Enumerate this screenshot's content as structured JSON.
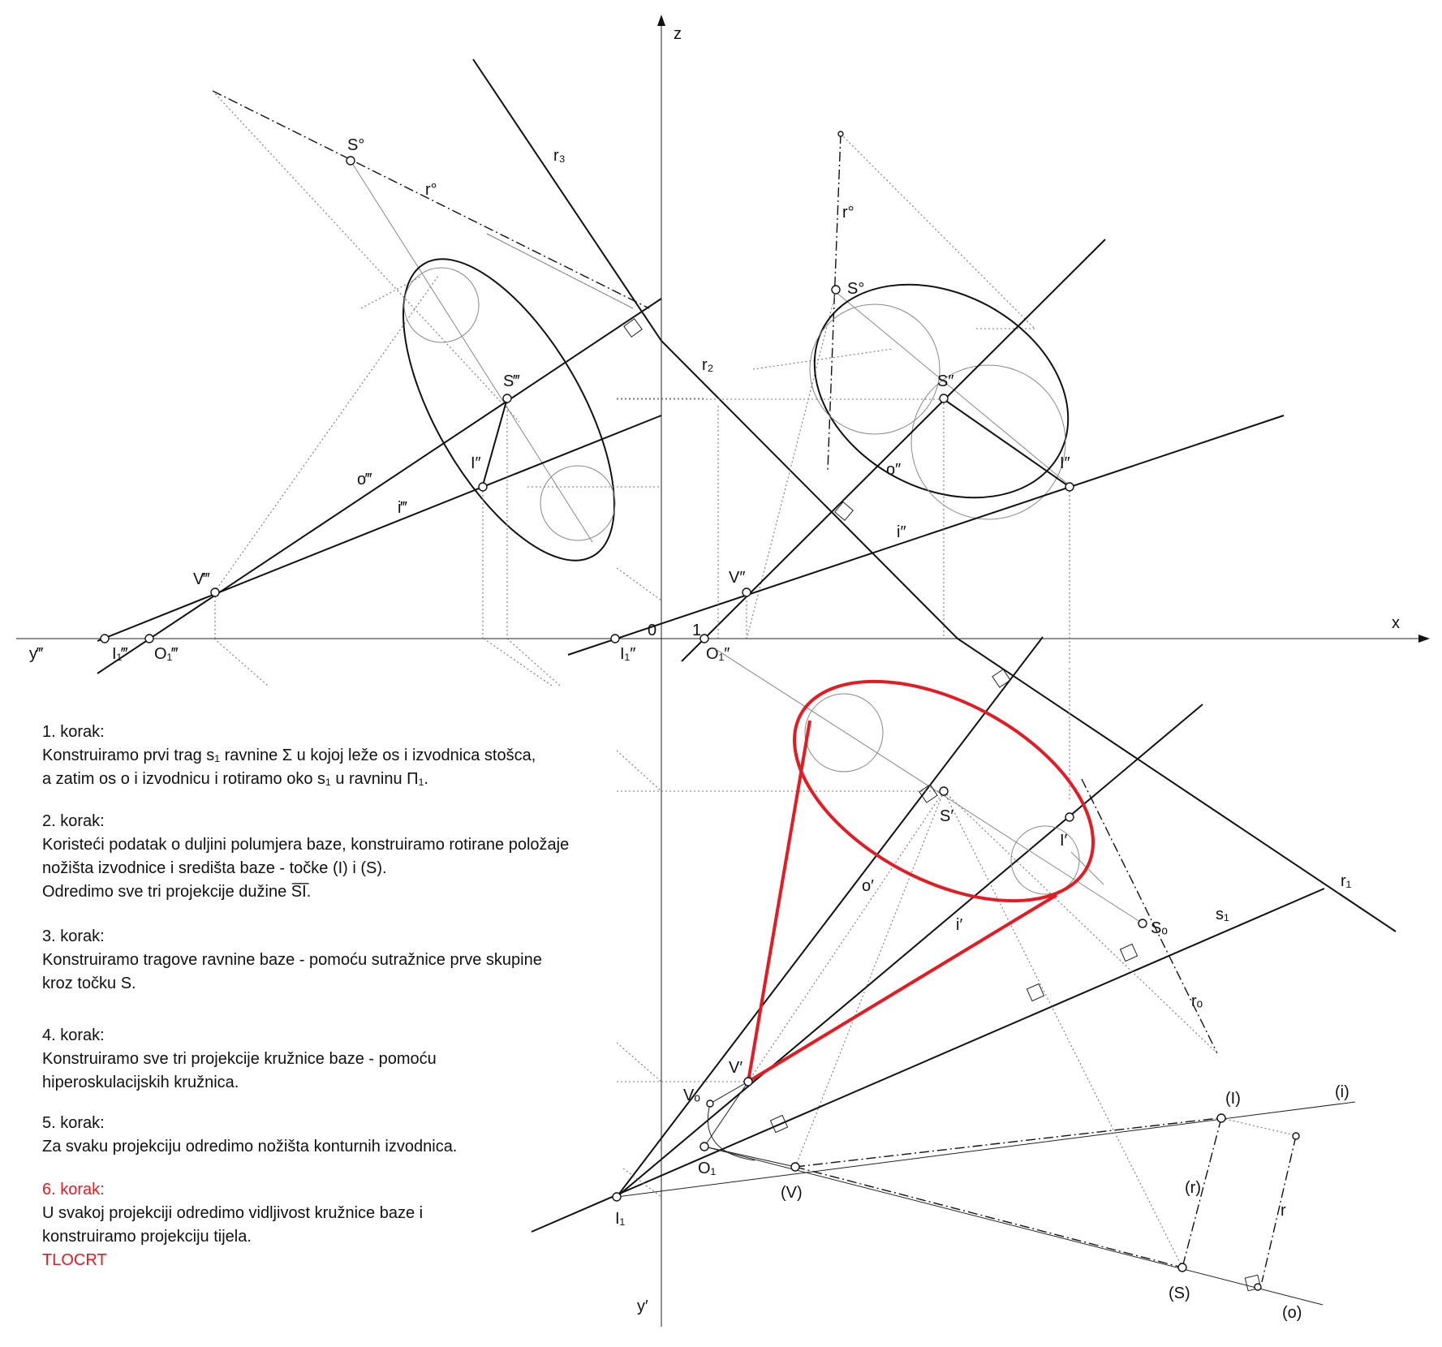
{
  "colors": {
    "ink": "#111111",
    "accent": "#e31b23",
    "construction": "#777777"
  },
  "axes": {
    "z": "z",
    "x": "x",
    "y3": "y‴",
    "y1": "y′",
    "zero": "0",
    "one": "1"
  },
  "labels": {
    "S3o": "S°",
    "r3o": "r°",
    "r3": "r₃",
    "S3": "S‴",
    "I3": "I″",
    "o3": "o‴",
    "i3": "i‴",
    "V3": "V‴",
    "I1_3": "I₁‴",
    "O1_3": "O₁‴",
    "S2o": "S°",
    "r2o": "r°",
    "r2": "r₂",
    "S2": "S″",
    "I2": "I″",
    "o2": "o″",
    "i2": "i″",
    "V2": "V″",
    "I1_2": "I₁″",
    "O1_2": "O₁″",
    "S1": "S′",
    "I1": "I′",
    "o1": "o′",
    "i1": "i′",
    "r1": "r₁",
    "So": "Sₒ",
    "s1": "s₁",
    "ro": "rₒ",
    "V1": "V′",
    "Vo": "Vₒ",
    "O1": "O₁",
    "I1pt": "I₁",
    "Vr": "(V)",
    "Ir": "(I)",
    "ir": "(i)",
    "rr": "(r)",
    "r": "r",
    "Sr": "(S)",
    "or": "(o)"
  },
  "steps": [
    {
      "title": "1. korak:",
      "lines": [
        "Konstruiramo prvi trag s₁ ravnine Σ u kojoj leže os i izvodnica stošca,",
        "a zatim os o i izvodnicu i rotiramo oko s₁ u ravninu Π₁."
      ]
    },
    {
      "title": "2. korak:",
      "lines": [
        "Koristeći podatak o duljini polumjera baze, konstruiramo rotirane položaje",
        "nožišta izvodnice i  središta baze  - točke (I) i (S).",
        "Odredimo sve tri projekcije dužine S̅I̅."
      ]
    },
    {
      "title": "3. korak:",
      "lines": [
        "Konstruiramo tragove ravnine baze - pomoću sutražnice prve skupine",
        "kroz točku S."
      ]
    },
    {
      "title": "4. korak:",
      "lines": [
        "Konstruiramo sve tri projekcije kružnice baze - pomoću",
        "hiperoskulacijskih kružnica."
      ]
    },
    {
      "title": "5. korak:",
      "lines": [
        "Za svaku projekciju odredimo nožišta konturnih izvodnica."
      ]
    },
    {
      "title": "6. korak:",
      "lines": [
        "U svakoj projekciji odredimo vidljivost kružnice baze i",
        "konstruiramo projekciju tijela."
      ],
      "footer": "TLOCRT"
    }
  ]
}
